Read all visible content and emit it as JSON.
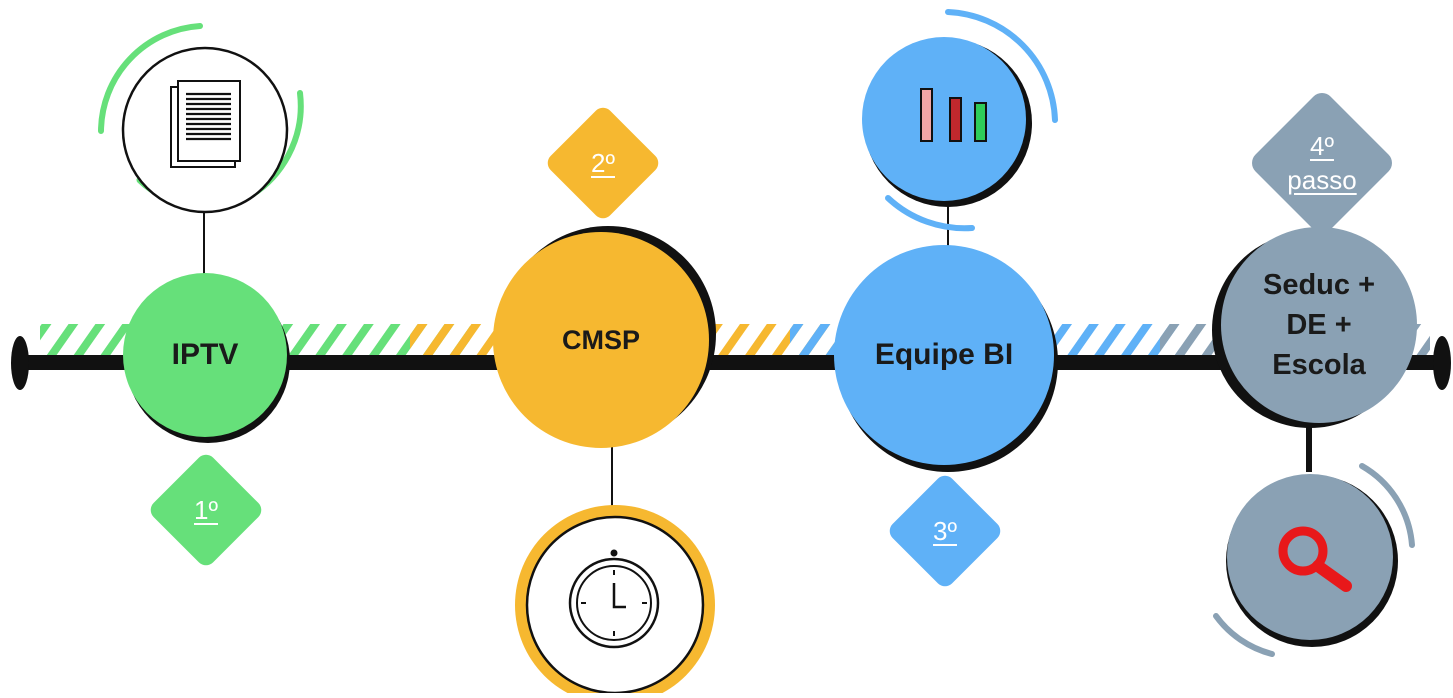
{
  "colors": {
    "green": "#66e07a",
    "orange": "#f6b830",
    "blue": "#5fb1f7",
    "gray": "#8aa1b4",
    "dark": "#111111",
    "bar_pink": "#f2a7a7",
    "bar_red": "#c0282d",
    "bar_green": "#2ecc5a",
    "magnifier_red": "#e8181a"
  },
  "nodes": [
    {
      "id": "iptv",
      "label": "IPTV",
      "step": "1º",
      "color": "green",
      "icon": "document-icon"
    },
    {
      "id": "cmsp",
      "label": "CMSP",
      "step": "2º",
      "color": "orange",
      "icon": "clock-icon"
    },
    {
      "id": "equipe-bi",
      "label": "Equipe BI",
      "step": "3º",
      "color": "blue",
      "icon": "bar-chart-icon"
    },
    {
      "id": "seduc",
      "label": "Seduc +\nDE +\nEscola",
      "step": "4º\npasso",
      "color": "gray",
      "icon": "magnifier-icon"
    }
  ]
}
